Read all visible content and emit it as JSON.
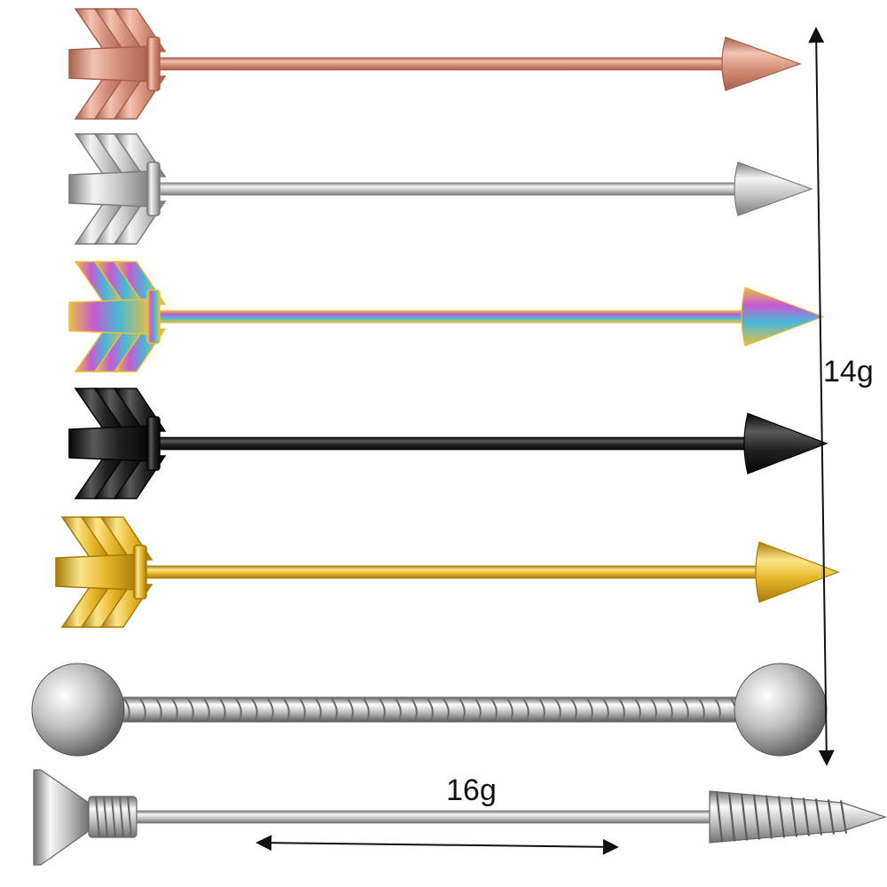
{
  "labels": {
    "gauge_14": "14g",
    "gauge_16": "16g"
  },
  "items": [
    {
      "name": "arrow-barbell-rose-gold",
      "finish": "rose gold",
      "colors": [
        "#f2c4b2",
        "#d48e78",
        "#a8604c"
      ]
    },
    {
      "name": "arrow-barbell-silver",
      "finish": "silver",
      "colors": [
        "#f4f4f4",
        "#c8c8c8",
        "#7c7c7c"
      ]
    },
    {
      "name": "arrow-barbell-rainbow",
      "finish": "rainbow",
      "colors": [
        "#c85ad2",
        "#48b8d8",
        "#e8c040"
      ]
    },
    {
      "name": "arrow-barbell-black",
      "finish": "black",
      "colors": [
        "#5a5a5a",
        "#222222",
        "#050505"
      ]
    },
    {
      "name": "arrow-barbell-gold",
      "finish": "gold",
      "colors": [
        "#fbe58a",
        "#e8b82c",
        "#a87a08"
      ]
    },
    {
      "name": "twisted-barbell-ball-ends",
      "finish": "silver",
      "colors": [
        "#ffffff",
        "#c0c0c0",
        "#5c5c5c"
      ]
    },
    {
      "name": "screw-barbell",
      "finish": "silver",
      "colors": [
        "#f8f8f8",
        "#c4c4c4",
        "#707070"
      ]
    }
  ]
}
